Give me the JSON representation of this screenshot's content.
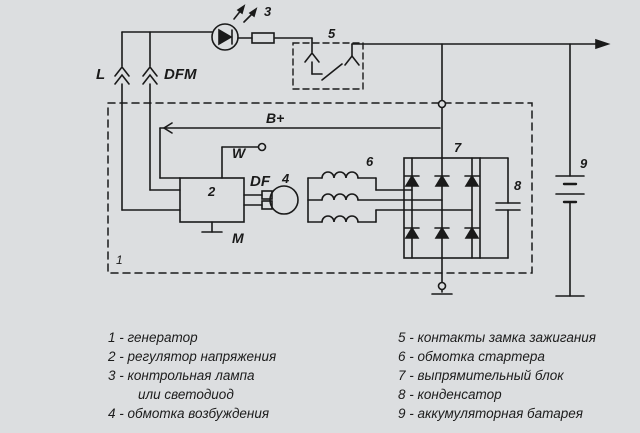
{
  "diagram": {
    "labels": {
      "L": "L",
      "DFM": "DFM",
      "B_plus": "B+",
      "W": "W",
      "DF": "DF",
      "M": "M",
      "n1": "1",
      "n2": "2",
      "n3": "3",
      "n4": "4",
      "n5": "5",
      "n6": "6",
      "n7": "7",
      "n8": "8",
      "n9": "9"
    }
  },
  "legend": {
    "left": [
      {
        "text": "1 - генератор"
      },
      {
        "text": "2 - регулятор напряжения"
      },
      {
        "text": "3 - контрольная лампа"
      },
      {
        "text": "или светодиод",
        "indent": true
      },
      {
        "text": "4 - обмотка возбуждения"
      }
    ],
    "right": [
      {
        "text": "5 - контакты замка зажигания"
      },
      {
        "text": "6 - обмотка стартера"
      },
      {
        "text": "7 - выпрямительный блок"
      },
      {
        "text": "8 - конденсатор"
      },
      {
        "text": "9 - аккумуляторная батарея"
      }
    ]
  },
  "colors": {
    "ink": "#1a1a1a",
    "background": "#dcdee0"
  }
}
